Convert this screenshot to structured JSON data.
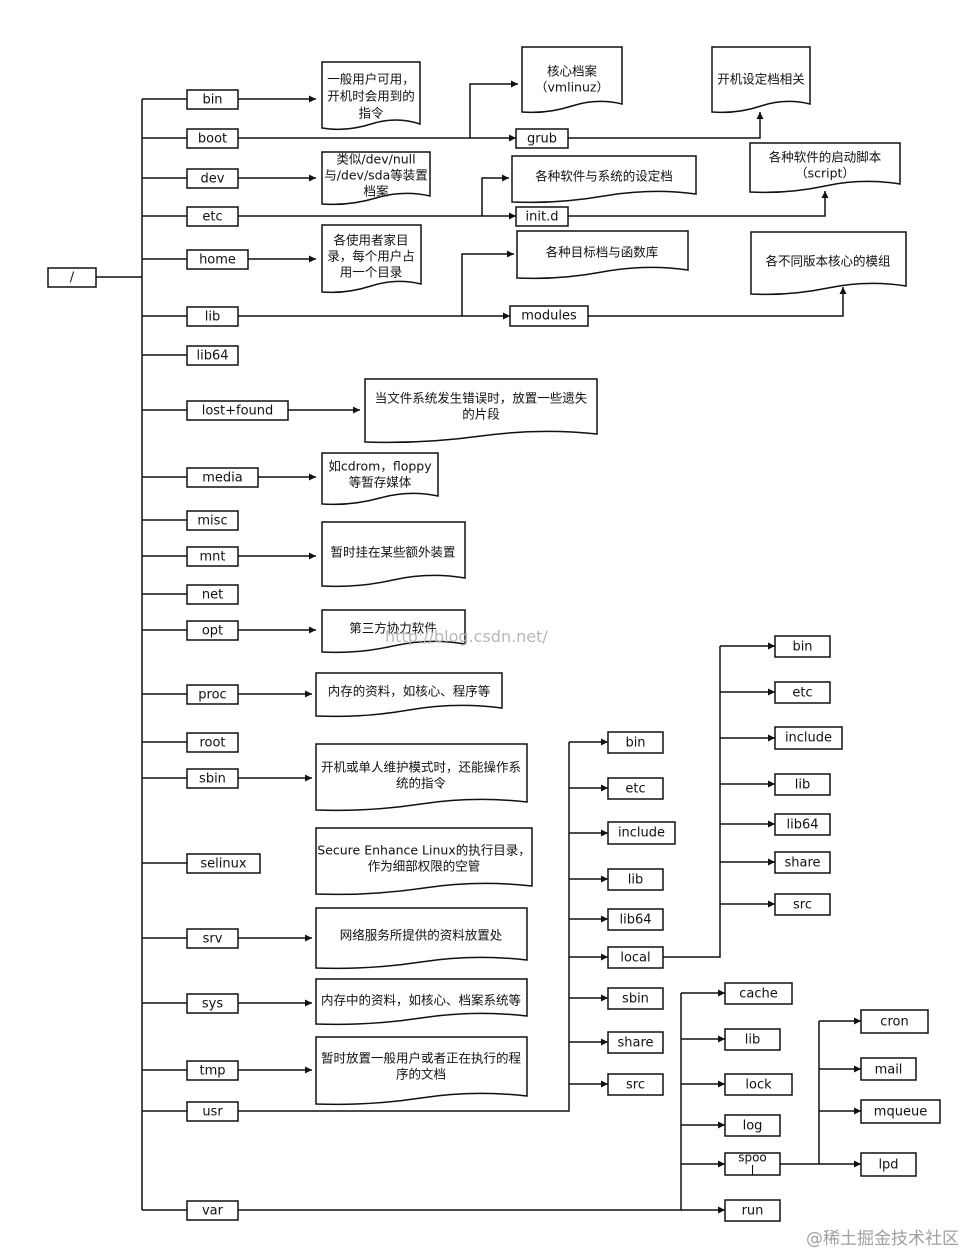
{
  "nodes": {
    "root": "/",
    "top": {
      "bin": "bin",
      "boot": "boot",
      "dev": "dev",
      "etc": "etc",
      "home": "home",
      "lib": "lib",
      "lib64": "lib64",
      "lostfound": "lost+found",
      "media": "media",
      "misc": "misc",
      "mnt": "mnt",
      "net": "net",
      "opt": "opt",
      "proc": "proc",
      "root": "root",
      "sbin": "sbin",
      "selinux": "selinux",
      "srv": "srv",
      "sys": "sys",
      "tmp": "tmp",
      "usr": "usr",
      "var": "var"
    },
    "boot": {
      "grub": "grub"
    },
    "etc": {
      "initd": "init.d"
    },
    "lib": {
      "modules": "modules"
    },
    "usr": {
      "bin": "bin",
      "etc": "etc",
      "include": "include",
      "lib": "lib",
      "lib64": "lib64",
      "local": "local",
      "sbin": "sbin",
      "share": "share",
      "src": "src"
    },
    "local": {
      "bin": "bin",
      "etc": "etc",
      "include": "include",
      "lib": "lib",
      "lib64": "lib64",
      "share": "share",
      "src": "src"
    },
    "var": {
      "cache": "cache",
      "lib": "lib",
      "lock": "lock",
      "log": "log",
      "spool_1": "spoo",
      "spool_2": "l",
      "run": "run"
    },
    "spool": {
      "cron": "cron",
      "mail": "mail",
      "mqueue": "mqueue",
      "lpd": "lpd"
    }
  },
  "notes": {
    "bin": [
      "一般用户可用，",
      "开机时会用到的",
      "指令"
    ],
    "kernel": [
      "核心档案",
      "（vmlinuz）"
    ],
    "grub": [
      "开机设定档相关"
    ],
    "dev": [
      "类似/dev/null",
      "与/dev/sda等装置",
      "档案"
    ],
    "etc": [
      "各种软件与系统的设定档"
    ],
    "initd": [
      "各种软件的启动脚本",
      "（script）"
    ],
    "home": [
      "各使用者家目",
      "录，每个用户占",
      "用一个目录"
    ],
    "lib": [
      "各种目标档与函数库"
    ],
    "modules": [
      "各不同版本核心的模组"
    ],
    "lostfound": [
      "当文件系统发生错误时，放置一些遗失",
      "的片段"
    ],
    "media": [
      "如cdrom，floppy",
      "等暂存媒体"
    ],
    "mnt": [
      "暂时挂在某些额外装置"
    ],
    "opt": [
      "第三方协力软件"
    ],
    "proc": [
      "内存的资料，如核心、程序等"
    ],
    "sbin": [
      "开机或单人维护模式时，还能操作系",
      "统的指令"
    ],
    "selinux": [
      "Secure Enhance Linux的执行目录，",
      "作为细部权限的空管"
    ],
    "srv": [
      "网络服务所提供的资料放置处"
    ],
    "sys": [
      "内存中的资料，如核心、档案系统等"
    ],
    "tmp": [
      "暂时放置一般用户或者正在执行的程",
      "序的文档"
    ]
  },
  "watermarks": {
    "blog": "http://blog.csdn.net/",
    "community": "@稀土掘金技术社区"
  }
}
